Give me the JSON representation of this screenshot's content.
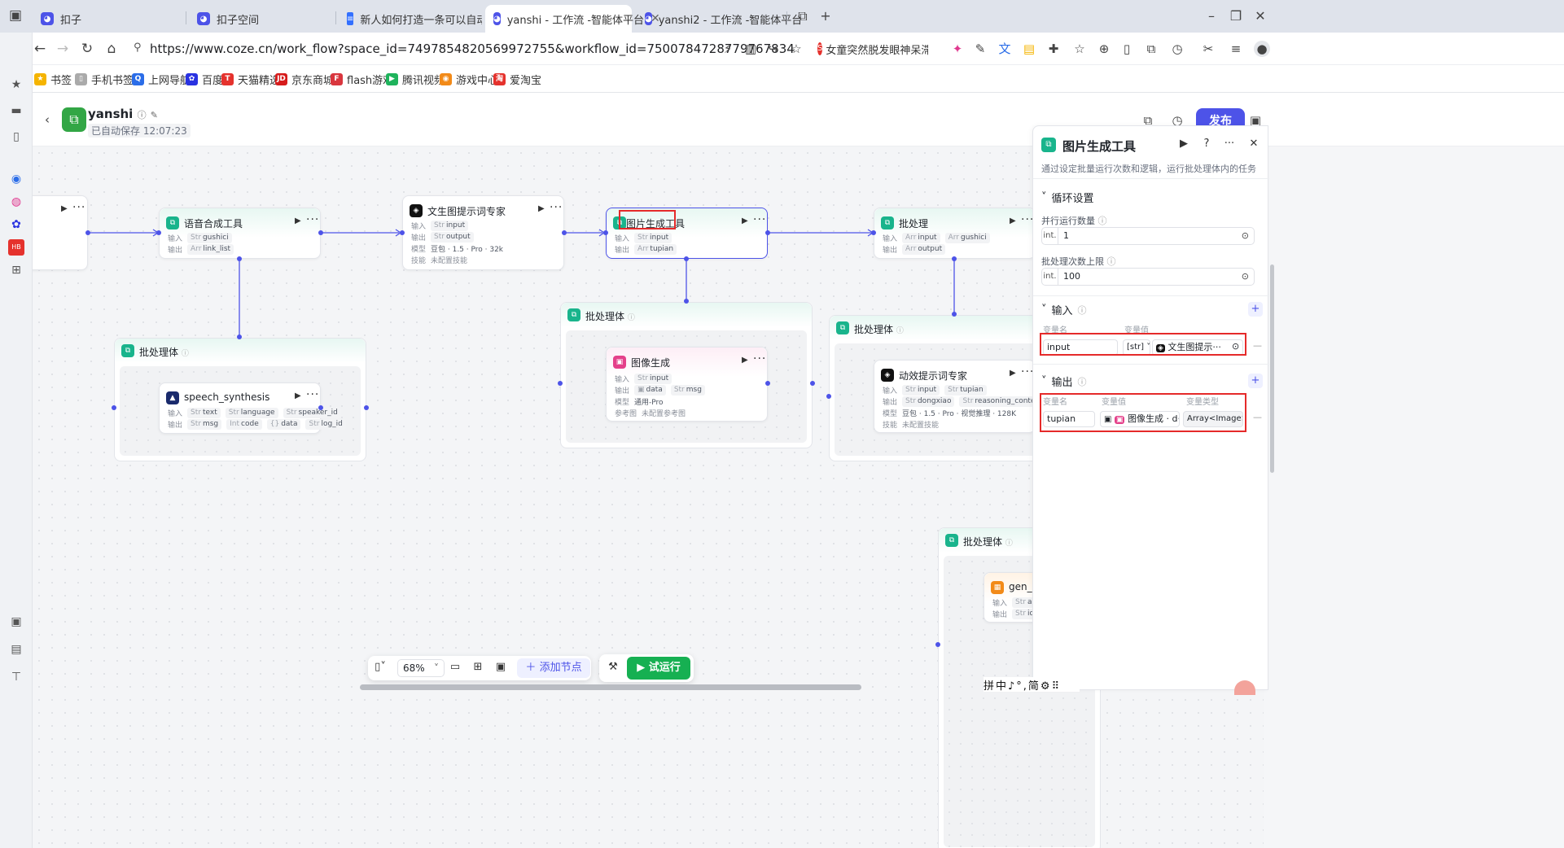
{
  "browser": {
    "tabs": [
      {
        "title": "扣子",
        "active": false
      },
      {
        "title": "扣子空间",
        "active": false
      },
      {
        "title": "新人如何打造一条可以自动生成A",
        "active": false
      },
      {
        "title": "yanshi - 工作流 -智能体平台",
        "active": true
      },
      {
        "title": "yanshi2 - 工作流 -智能体平台",
        "active": false
      }
    ],
    "url": "https://www.coze.cn/work_flow?space_id=7497854820569972755&workflow_id=7500784728779767834",
    "search_hint": "女童突然脱发眼神呆滞",
    "bookmarks": [
      {
        "label": "书签",
        "color": "#f5b400",
        "glyph": "★"
      },
      {
        "label": "手机书签",
        "color": "#888888",
        "glyph": "▯"
      },
      {
        "label": "上网导航",
        "color": "#2b6de8",
        "glyph": "Q"
      },
      {
        "label": "百度",
        "color": "#2932e1",
        "glyph": "✿"
      },
      {
        "label": "天猫精选",
        "color": "#e5322d",
        "glyph": "T"
      },
      {
        "label": "京东商城",
        "color": "#d61c1c",
        "glyph": "JD"
      },
      {
        "label": "flash游戏",
        "color": "#d9363e",
        "glyph": "F"
      },
      {
        "label": "腾讯视频",
        "color": "#1fb35c",
        "glyph": "▶"
      },
      {
        "label": "游戏中心",
        "color": "#f28a18",
        "glyph": "◉"
      },
      {
        "label": "爱淘宝",
        "color": "#e5322d",
        "glyph": "淘"
      }
    ]
  },
  "app": {
    "name": "yanshi",
    "saved": "已自动保存 12:07:23",
    "publish": "发布"
  },
  "nodes": {
    "tts": {
      "title": "语音合成工具",
      "in_label": "输入",
      "out_label": "输出",
      "inputs": [
        {
          "t": "Str",
          "n": "gushici"
        }
      ],
      "outputs": [
        {
          "t": "Arr",
          "n": "link_list"
        }
      ]
    },
    "prompt_expert": {
      "title": "文生图提示词专家",
      "in_label": "输入",
      "out_label": "输出",
      "model_label": "模型",
      "skill_label": "技能",
      "inputs": [
        {
          "t": "Str",
          "n": "input"
        }
      ],
      "outputs": [
        {
          "t": "Str",
          "n": "output"
        }
      ],
      "model": "豆包 · 1.5 · Pro · 32k",
      "skill": "未配置技能"
    },
    "image_tool": {
      "title": "图片生成工具",
      "in_label": "输入",
      "out_label": "输出",
      "inputs": [
        {
          "t": "Str",
          "n": "input"
        }
      ],
      "outputs": [
        {
          "t": "Arr",
          "n": "tupian"
        }
      ]
    },
    "batch_right": {
      "title": "批处理",
      "in_label": "输入",
      "out_label": "输出",
      "inputs": [
        {
          "t": "Arr",
          "n": "input"
        },
        {
          "t": "Arr",
          "n": "gushici"
        }
      ],
      "outputs": [
        {
          "t": "Arr",
          "n": "output"
        }
      ]
    },
    "speech": {
      "title": "speech_synthesis",
      "in_label": "输入",
      "out_label": "输出",
      "inputs": [
        {
          "t": "Str",
          "n": "text"
        },
        {
          "t": "Str",
          "n": "language"
        },
        {
          "t": "Str",
          "n": "speaker_id"
        }
      ],
      "outputs": [
        {
          "t": "Str",
          "n": "msg"
        },
        {
          "t": "Int",
          "n": "code"
        },
        {
          "t": "{}",
          "n": "data"
        },
        {
          "t": "Str",
          "n": "log_id"
        }
      ]
    },
    "image_gen": {
      "title": "图像生成",
      "in_label": "输入",
      "out_label": "输出",
      "model_label": "模型",
      "ref_label": "参考图",
      "inputs": [
        {
          "t": "Str",
          "n": "input"
        }
      ],
      "outputs": [
        {
          "t": "▣",
          "n": "data"
        },
        {
          "t": "Str",
          "n": "msg"
        }
      ],
      "model": "通用-Pro",
      "ref": "未配置参考图"
    },
    "motion_expert": {
      "title": "动效提示词专家",
      "in_label": "输入",
      "out_label": "输出",
      "model_label": "模型",
      "skill_label": "技能",
      "inputs": [
        {
          "t": "Str",
          "n": "input"
        },
        {
          "t": "Str",
          "n": "tupian"
        }
      ],
      "outputs": [
        {
          "t": "Str",
          "n": "dongxiao"
        },
        {
          "t": "Str",
          "n": "reasoning_content"
        }
      ],
      "model": "豆包 · 1.5 · Pro · 视觉推理 · 128K",
      "skill": "未配置技能"
    },
    "gen_video": {
      "title": "gen_vide",
      "in_label": "输入",
      "out_label": "输出",
      "inputs": [
        {
          "t": "Str",
          "n": "api_key"
        }
      ],
      "outputs": [
        {
          "t": "Str",
          "n": "id"
        }
      ]
    }
  },
  "batches": {
    "b1": {
      "title": "批处理体"
    },
    "b2": {
      "title": "批处理体"
    },
    "b3": {
      "title": "批处理体"
    },
    "b4": {
      "title": "批处理体"
    }
  },
  "toolbar": {
    "zoom": "68%",
    "add_node": "添加节点",
    "test_run": "试运行"
  },
  "panel": {
    "title": "图片生成工具",
    "desc": "通过设定批量运行次数和逻辑，运行批处理体内的任务",
    "loop_section": "循环设置",
    "parallel_label": "并行运行数量",
    "parallel_type": "int.",
    "parallel_value": "1",
    "max_label": "批处理次数上限",
    "max_type": "int.",
    "max_value": "100",
    "input_section": "输入",
    "var_name_col": "变量名",
    "var_value_col": "变量值",
    "input_name": "input",
    "input_type": "[str]",
    "input_ref": "文生图提示···",
    "output_section": "输出",
    "var_type_col": "变量类型",
    "output_name": "tupian",
    "output_ref": "图像生成 · d···",
    "output_type": "Array<Image>"
  },
  "ime": "拼中♪°,简⚙⠿"
}
